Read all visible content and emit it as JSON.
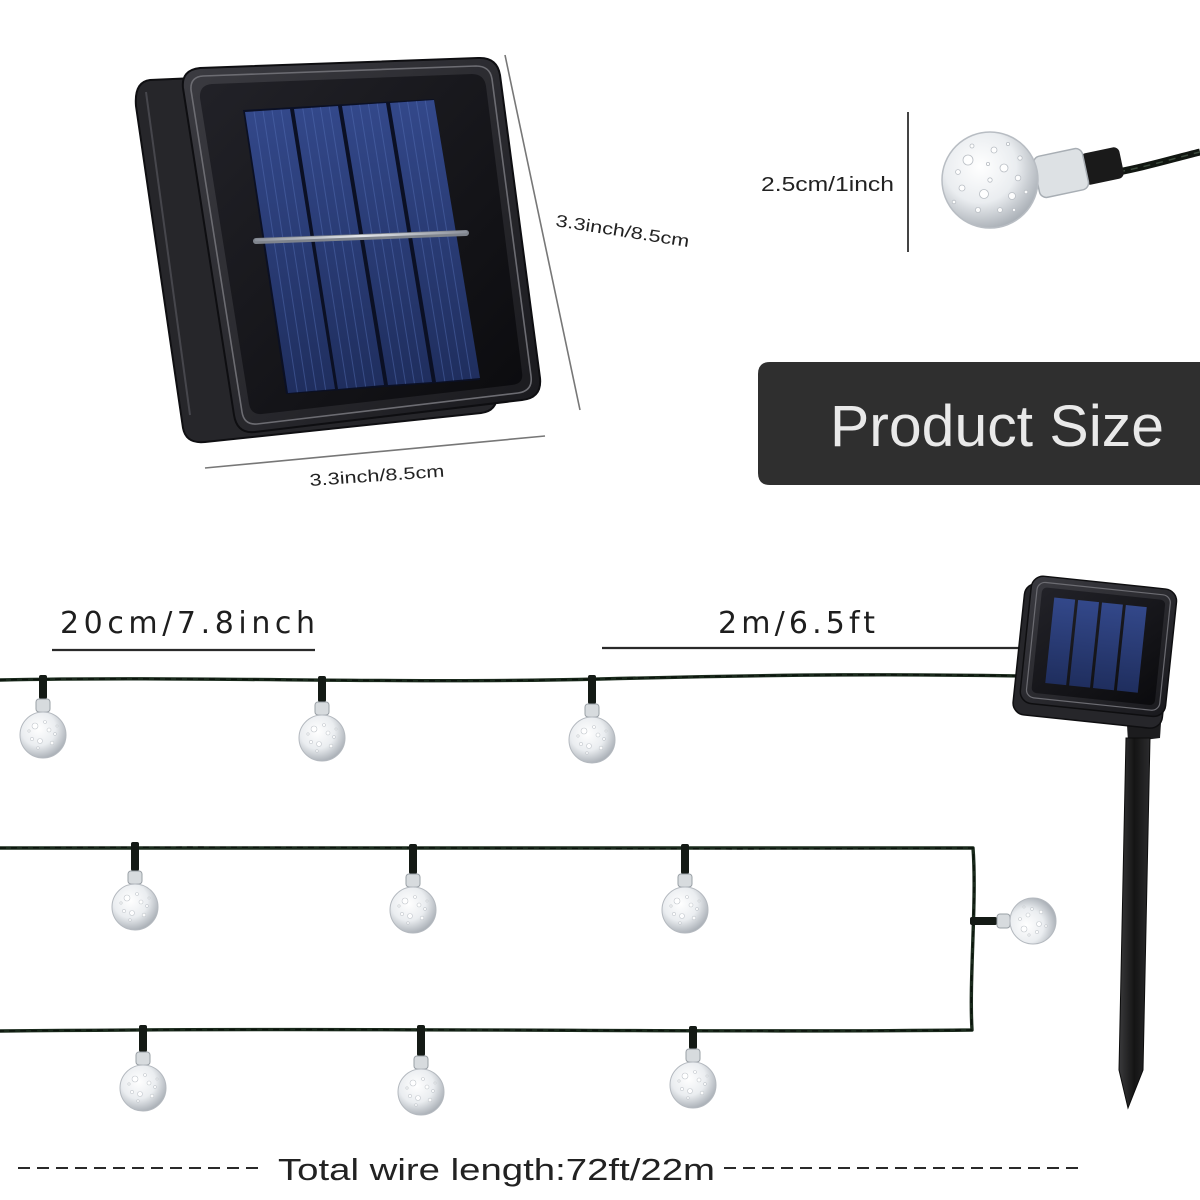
{
  "labels": {
    "panel_height": "3.3inch/8.5cm",
    "panel_width": "3.3inch/8.5cm",
    "bulb_diameter": "2.5cm/1inch",
    "product_size": "Product Size",
    "bulb_spacing": "20cm/7.8inch",
    "lead_wire": "2m/6.5ft",
    "total_wire": "Total wire length:72ft/22m"
  },
  "colors": {
    "background": "#ffffff",
    "product_size_box": "#2f2f2f",
    "product_size_text": "#e9e9e9",
    "solar_cell": "#2a3d78",
    "panel_frame": "#1e1e22",
    "wire": "#1a2a1c",
    "bulb": "#eef0f2",
    "text": "#222222"
  },
  "icons": {
    "large_panel": "solar-panel-icon",
    "small_panel": "solar-panel-icon",
    "bulb": "led-bulb-icon",
    "stake": "ground-stake-icon"
  }
}
